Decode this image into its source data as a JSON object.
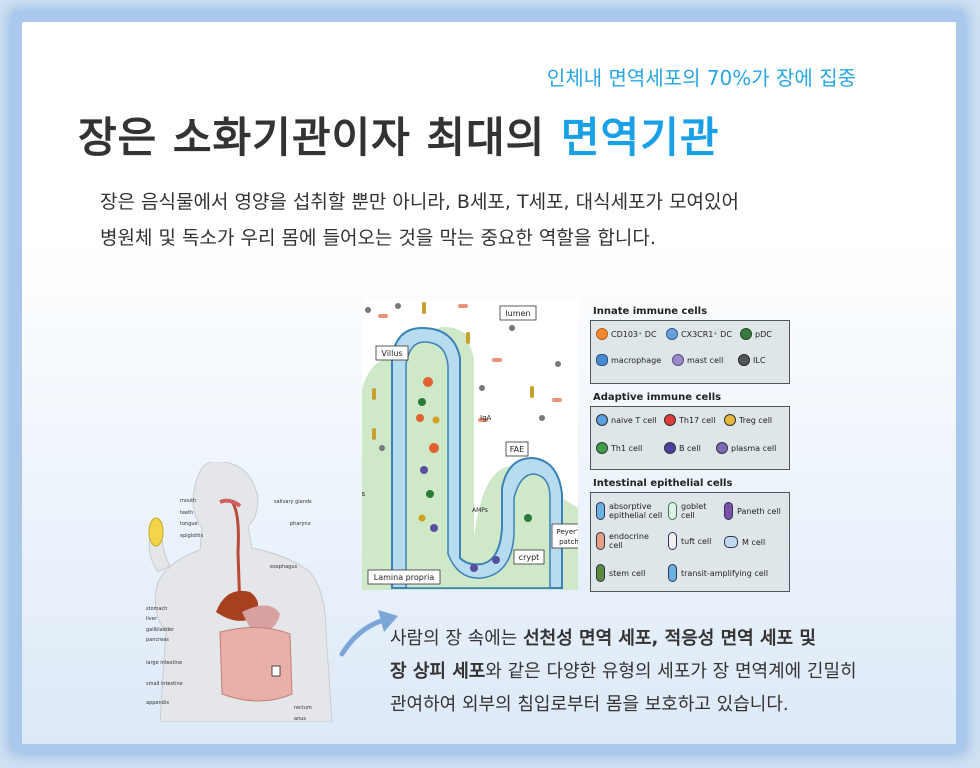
{
  "header": {
    "subtitle": "인체내 면역세포의 70%가 장에 집중",
    "title_main": "장은 소화기관이자 최대의",
    "title_highlight": "면역기관"
  },
  "description": {
    "line1": "장은 음식물에서 영양을 섭취할 뿐만 아니라, B세포, T세포, 대식세포가 모여있어",
    "line2": "병원체 및 독소가 우리 몸에 들어오는 것을 막는 중요한 역할을 합니다."
  },
  "caption": {
    "line1_pre": "사람의 장 속에는 ",
    "line1_bold": "선천성 면역 세포, 적응성 면역 세포 및",
    "line2_bold": "장 상피 세포",
    "line2_post": "와 같은 다양한 유형의 세포가 장 면역계에 긴밀히",
    "line3": "관여하여 외부의 침입로부터 몸을 보호하고 있습니다."
  },
  "diagram_labels": {
    "lumen": "lumen",
    "villus": "Villus",
    "iga": "IgA",
    "fae": "FAE",
    "mucus": "mucus",
    "amps": "AMPs",
    "peyers": "Peyer's",
    "patch": "patch",
    "crypt": "crypt",
    "lamina": "Lamina propria"
  },
  "legend": {
    "innate": {
      "title": "Innate immune cells",
      "items": [
        "CD103⁺ DC",
        "CX3CR1⁺ DC",
        "pDC",
        "macrophage",
        "mast cell",
        "ILC"
      ]
    },
    "adaptive": {
      "title": "Adaptive immune cells",
      "items": [
        "naive T cell",
        "Th17 cell",
        "Treg cell",
        "Th1 cell",
        "B cell",
        "plasma cell"
      ]
    },
    "epithelial": {
      "title": "Intestinal epithelial cells",
      "items": [
        "absorptive epithelial cell",
        "goblet cell",
        "Paneth cell",
        "endocrine cell",
        "tuft cell",
        "M cell",
        "stem cell",
        "transit-amplifying cell"
      ]
    }
  },
  "body_labels": {
    "mouth": "mouth",
    "teeth": "teeth",
    "tongue": "tongue",
    "epiglottis": "epiglottis",
    "salivary": "salivary glands",
    "pharynx": "pharynx",
    "esophagus": "esophagus",
    "stomach": "stomach",
    "liver": "liver",
    "gallbladder": "gallbladder",
    "pancreas": "pancreas",
    "large_intestine": "large intestine",
    "small_intestine": "small intestine",
    "appendix": "appendix",
    "rectum": "rectum",
    "anus": "anus"
  },
  "colors": {
    "highlight": "#19a0e6",
    "subtitle": "#29a6e4",
    "text": "#333333",
    "frame": "#a9c8ec"
  }
}
